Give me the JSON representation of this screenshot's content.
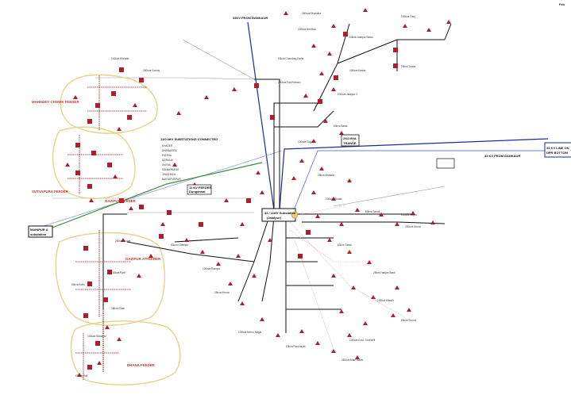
{
  "corner_label": "Feb",
  "top_source": "33KV FROM DANKAUR",
  "substation": {
    "line1": "33 / 11KV Substation",
    "line2": "(Jalalpur)"
  },
  "right_box": {
    "line1": "33 KV LINE ON",
    "line2": "DPR BOTTOM"
  },
  "right_source": "33 KV FROM DANKAUR",
  "mid_box": {
    "line1": "2X4 MVA",
    "line2": "TRANSF."
  },
  "left_box": {
    "line1": "MAINPUR A",
    "line2": "substation"
  },
  "sub_box_left": {
    "line1": "11 KV FEEDER",
    "line2": "Dungarwal"
  },
  "feeders": {
    "f1": "MAHADEV CHOWK FEEDER",
    "f2": "SUTYAPURA FEEDER",
    "f3": "GAZIPUR FEEDER",
    "f4": "GAZIPUR ATFEEDER",
    "f5": "DHANA FEEDER"
  },
  "legend": {
    "title": "11/0.4KV SUBSTATIONS CONNECTED",
    "items": [
      "KHADER",
      "DHANAKIRA",
      "PATARA",
      "DORANA",
      "OLENA",
      "SAHAKHURAT",
      "JHADHASIL",
      "BAKTAPURPUR"
    ]
  },
  "labels": [
    "250kva Dhandha",
    "100kva Budhwa",
    "63kva Jalalpur Bazar",
    "100kva Ganj",
    "63kva Chaudhry Sadar",
    "100kva Kasba",
    "25kva Tanda",
    "250kva Pati Kherani",
    "100kva Jalalpur 2",
    "63kva Basai",
    "100kva Gujjar",
    "25kva Maharia",
    "100kva Bhatta",
    "63kva Sanoli",
    "100kva Nagla",
    "250kva Khurd",
    "63kva Tiwari",
    "25kva Harijan Basti",
    "100kva Mandir",
    "63kva School",
    "100kva Govt. Tubewell",
    "250kva Main Bazar",
    "63kva Panchayat",
    "100kva Nehru Nagar",
    "25kva Kheda",
    "100kva Rampur",
    "63kva Ghasipur",
    "250kva Kuwa",
    "100kva Patti",
    "63kva Kothi",
    "25kva Chak",
    "100kva Sadarpur",
    "63kva Jhal",
    "100kva Mohalla",
    "250kva Colony"
  ]
}
